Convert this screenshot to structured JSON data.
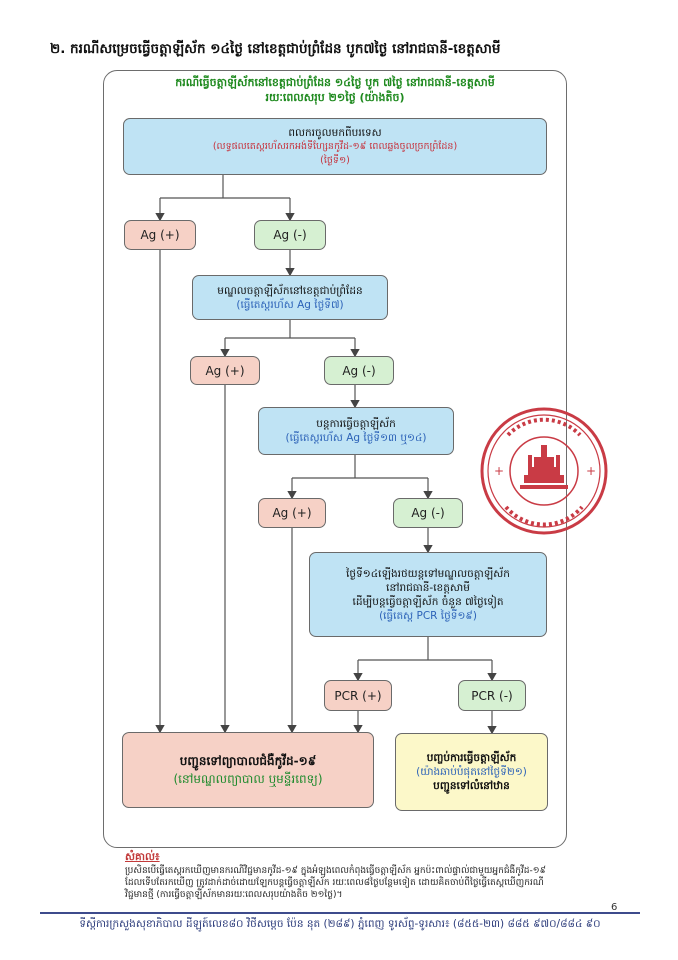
{
  "heading": "២. ករណីសម្រេចធ្វើចត្តាឡីស័ក ១៤ថ្ងៃ នៅខេត្តជាប់ព្រំដែន បូក៧ថ្ងៃ នៅរាជធានី-ខេត្តសាមី",
  "frame_title": {
    "line1": "ករណីធ្វើចត្តាឡីស័កនៅខេត្តជាប់ព្រំដែន ១៤ថ្ងៃ បូក ៧ថ្ងៃ នៅរាជធានី-ខេត្តសាមី",
    "line2": "រយៈពេលសរុប ២១ថ្ងៃ (យ៉ាងតិច)"
  },
  "boxes": {
    "arrival": {
      "line1": "ពលករចូលមកពីបរទេស",
      "line2": "(លទ្ធផលតេស្តរហ័សរកអង់ទីហ្សែនកូវីដ-១៩ ពេលឆ្លងចូលច្រកព្រំដែន)",
      "line3": "(ថ្ងៃទី១)"
    },
    "ag_pos_1": "Ag (+)",
    "ag_neg_1": "Ag (-)",
    "quarantine_center": {
      "line1": "មណ្ឌលចត្តាឡីស័កនៅខេត្តជាប់ព្រំដែន",
      "line2": "(ធ្វើតេស្តរហ័ស Ag ថ្ងៃទី៧)"
    },
    "ag_pos_2": "Ag (+)",
    "ag_neg_2": "Ag (-)",
    "continue_quarantine": {
      "line1": "បន្តការធ្វើចត្តាឡីស័ក",
      "line2": "(ធ្វើតេស្តរហ័ស Ag ថ្ងៃទី១៣ ឬ១៤)"
    },
    "ag_pos_3": "Ag (+)",
    "ag_neg_3": "Ag (-)",
    "transfer": {
      "line1": "ថ្ងៃទី១៤ឡើងរថយន្តទៅមណ្ឌលចត្តាឡីស័ក",
      "line2": "នៅរាជធានី-ខេត្តសាមី",
      "line3": "ដើម្បីបន្តធ្វើចត្តាឡីស័ក ចំនួន ៧ថ្ងៃទៀត",
      "line4": "(ធ្វើតេស្ត PCR ថ្ងៃទី១៩)"
    },
    "pcr_pos": "PCR (+)",
    "pcr_neg": "PCR (-)",
    "treatment": {
      "line1": "បញ្ជូនទៅព្យាបាលជំងឺកូវីដ-១៩",
      "line2": "(នៅមណ្ឌលព្យាបាល ឬមន្ទីរពេទ្យ)"
    },
    "release": {
      "line1": "បញ្ចប់ការធ្វើចត្តាឡីស័ក",
      "line2": "(យ៉ាងឆាប់បំផុតនៅថ្ងៃទី២១)",
      "line3": "បញ្ជូនទៅលំនៅឋាន"
    }
  },
  "note": {
    "title": "សំគាល់៖",
    "body": "ប្រសិនបើធ្វើតេស្តរកឃើញមានករណីវិជ្ជមានកូវីដ-១៩ ក្នុងអំឡុងពេលកំពុងធ្វើចត្តាឡីស័ក អ្នកប៉ះពាល់ផ្ទាល់ជាមួយអ្នកជំងឺកូវីដ-១៩ ដែលទើបតែរកឃើញ ត្រូវដាក់ដាច់ដោយឡែកបន្តធ្វើចត្តាឡីស័ក រយៈពេល៨ថ្ងៃបន្ថែមទៀត ដោយគិតចាប់ពីថ្ងៃធ្វើតេស្តឃើញករណីវិជ្ជមានថ្មី (ការធ្វើចត្តាឡីស័កមានរយៈពេលសរុបយ៉ាងតិច ២១ថ្ងៃ)។"
  },
  "page_number": "6",
  "footer": "ទីស្តីការក្រសួងសុខាភិបាល ដីឡូត៍លេខ៨០ វិថីសម្តេច ប៉ែន នុត (២៨៩) ភ្នំពេញ ទូរស័ព្ទ-ទូរសារ៖ (៨៥៥-២៣) ៨៨៥ ៩៧០/៨៨៤ ៩០",
  "colors": {
    "blue_box": "#bfe3f4",
    "pink_box": "#f6d1c6",
    "green_box": "#d6f0d2",
    "yellow_box": "#fcf8c9",
    "title_green": "#1f8a1f",
    "stamp_red": "#c93b45"
  }
}
